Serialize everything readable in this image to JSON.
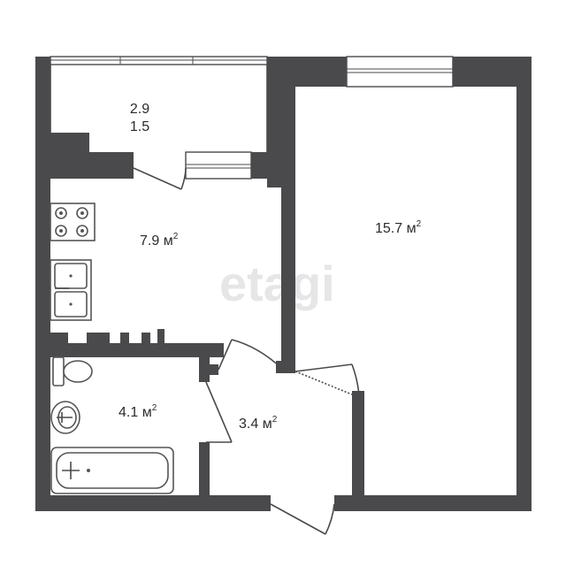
{
  "rooms": {
    "balcony": {
      "length": "2.9",
      "width": "1.5"
    },
    "kitchen": {
      "area": "7.9 м",
      "exp": "2"
    },
    "living": {
      "area": "15.7 м",
      "exp": "2"
    },
    "bathroom": {
      "area": "4.1 м",
      "exp": "2"
    },
    "hall": {
      "area": "3.4 м",
      "exp": "2"
    }
  },
  "watermark": "etagi"
}
